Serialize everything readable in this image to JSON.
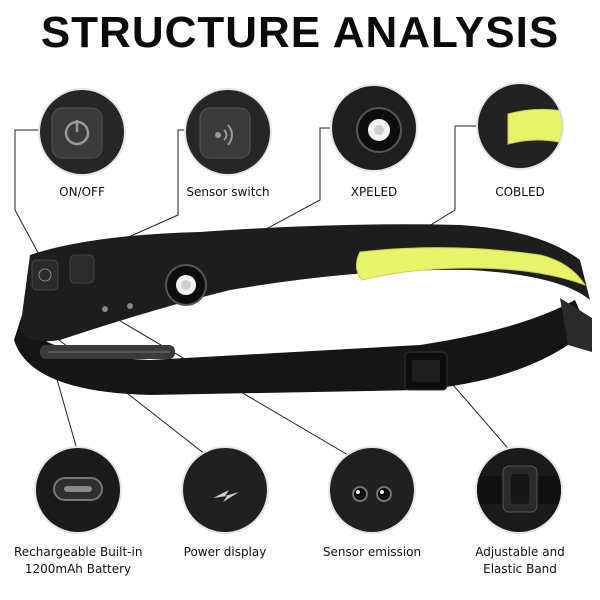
{
  "title": "STRUCTURE ANALYSIS",
  "features_top": [
    {
      "label": "ON/OFF",
      "icon": "power-icon"
    },
    {
      "label": "Sensor switch",
      "icon": "sensor-wave-icon"
    },
    {
      "label": "XPELED",
      "icon": "led-bulb-icon"
    },
    {
      "label": "COBLED",
      "icon": "cob-strip-icon"
    }
  ],
  "features_bottom": [
    {
      "label_line1": "Rechargeable Built-in",
      "label_line2": "1200mAh Battery",
      "icon": "usb-c-port-icon"
    },
    {
      "label": "Power display",
      "icon": "lightning-icon"
    },
    {
      "label": "Sensor emission",
      "icon": "sensor-dots-icon"
    },
    {
      "label_line1": "Adjustable and",
      "label_line2": "Elastic Band",
      "icon": "buckle-icon"
    }
  ],
  "colors": {
    "cob": "#e8f36a",
    "body": "#1d1d1d",
    "band": "#111111"
  }
}
